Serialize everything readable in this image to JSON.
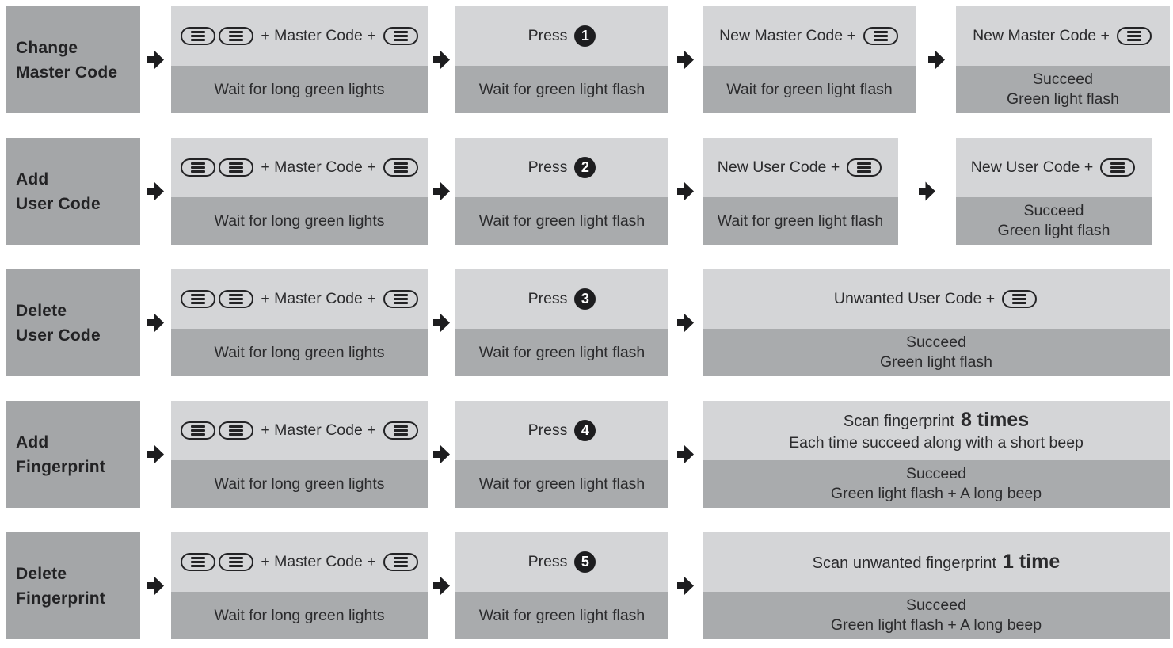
{
  "colors": {
    "label_box": "#a4a6a8",
    "box_top": "#d4d5d7",
    "box_bottom": "#a9abad",
    "ink": "#1d1d1f",
    "text": "#2b2b2d"
  },
  "icons": {
    "menu_button": "rounded-pill key with three horizontal bars (lock menu/set key)",
    "arrow": "solid black right-pointing arrow",
    "number_badge": "black filled circle with white digit"
  },
  "rows": [
    {
      "label_line1": "Change",
      "label_line2": "Master Code",
      "keys_text": "+ Master Code +",
      "keys_note": "Wait for long green lights",
      "press_label": "Press",
      "press_number": "1",
      "press_note": "Wait for green light flash",
      "code_text": "New Master Code +",
      "code_note": "Wait for green light flash",
      "result_text": "New Master Code +",
      "result_note1": "Succeed",
      "result_note2": "Green light flash"
    },
    {
      "label_line1": "Add",
      "label_line2": "User Code",
      "keys_text": "+ Master Code +",
      "keys_note": "Wait for long green lights",
      "press_label": "Press",
      "press_number": "2",
      "press_note": "Wait for green light flash",
      "code_text": "New User Code +",
      "code_note": "Wait for green light flash",
      "result_text": "New User Code +",
      "result_note1": "Succeed",
      "result_note2": "Green light flash"
    },
    {
      "label_line1": "Delete",
      "label_line2": "User Code",
      "keys_text": "+ Master Code +",
      "keys_note": "Wait for long green lights",
      "press_label": "Press",
      "press_number": "3",
      "press_note": "Wait for green light flash",
      "wide_text": "Unwanted User Code +",
      "wide_note1": "Succeed",
      "wide_note2": "Green light flash"
    },
    {
      "label_line1": "Add",
      "label_line2": "Fingerprint",
      "keys_text": "+ Master Code +",
      "keys_note": "Wait for long green lights",
      "press_label": "Press",
      "press_number": "4",
      "press_note": "Wait for green light flash",
      "wide_line1": "Scan fingerprint",
      "wide_line1_bold": "8 times",
      "wide_line2": "Each time succeed along with a short beep",
      "wide_note1": "Succeed",
      "wide_note2": "Green light flash + A long beep"
    },
    {
      "label_line1": "Delete",
      "label_line2": "Fingerprint",
      "keys_text": "+ Master Code +",
      "keys_note": "Wait for long green lights",
      "press_label": "Press",
      "press_number": "5",
      "press_note": "Wait for green light flash",
      "wide_line1": "Scan unwanted fingerprint",
      "wide_line1_bold": "1 time",
      "wide_note1": "Succeed",
      "wide_note2": "Green light flash + A long beep"
    }
  ]
}
